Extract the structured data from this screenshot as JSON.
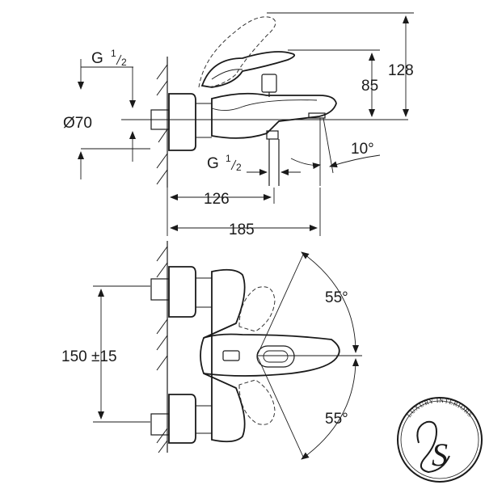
{
  "diagram": {
    "side_view": {
      "connection_top": {
        "g": "G",
        "num": "1",
        "den": "2"
      },
      "connection_bottom": {
        "g": "G",
        "num": "1",
        "den": "2"
      },
      "diameter": "Ø70",
      "height_total": "128",
      "height_lever": "85",
      "spout_angle": "10°",
      "depth_connection": "126",
      "depth_total": "185"
    },
    "top_view": {
      "distance": "150 ±15",
      "angle_up": "55°",
      "angle_down": "55°"
    },
    "logo": {
      "text": "LUXURY INTERIORS",
      "monogram": "S"
    }
  }
}
